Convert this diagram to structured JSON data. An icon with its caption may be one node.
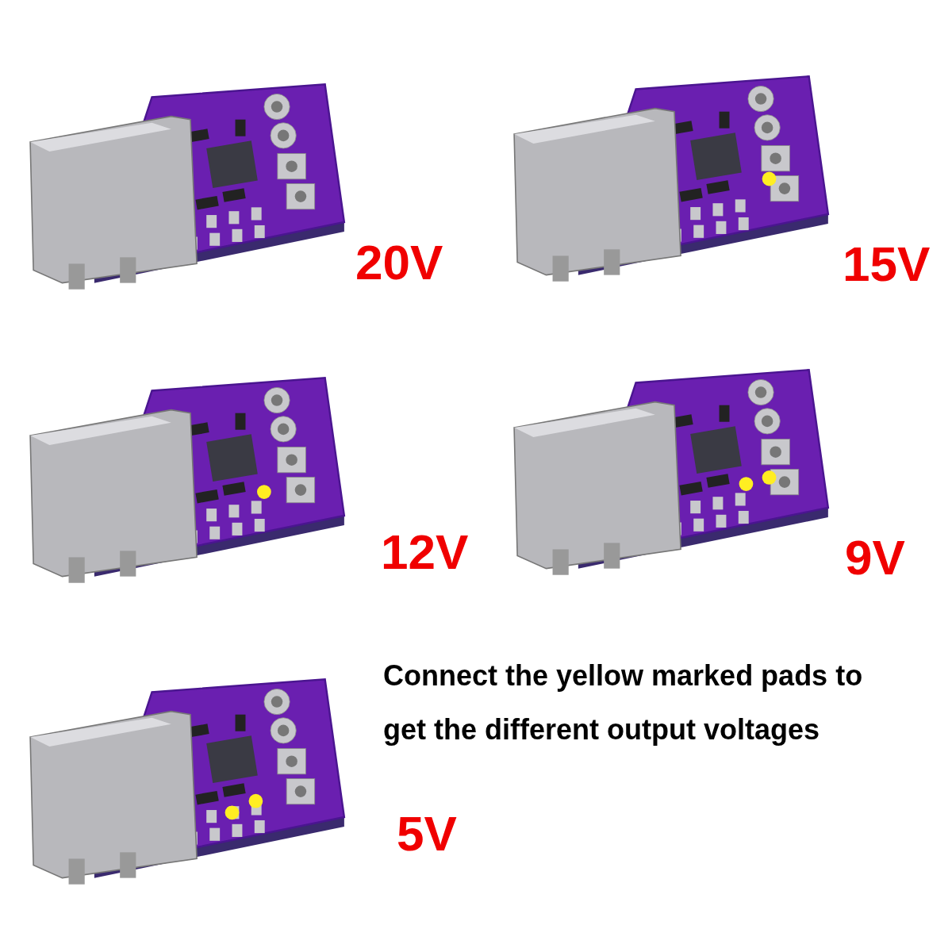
{
  "diagram": {
    "nodes": [
      {
        "text": [],
        "shape": "picture",
        "beside": [
          "20V"
        ]
      },
      {
        "text": [],
        "shape": "picture",
        "beside": [
          "15V"
        ]
      },
      {
        "text": [],
        "shape": "picture",
        "beside": [
          "12V"
        ]
      },
      {
        "text": [],
        "shape": "picture",
        "beside": [
          "9V"
        ]
      },
      {
        "text": [],
        "shape": "picture",
        "beside": [
          "5V"
        ]
      }
    ],
    "labels": [
      "Connect the yellow marked pads to get the different output voltages"
    ]
  }
}
